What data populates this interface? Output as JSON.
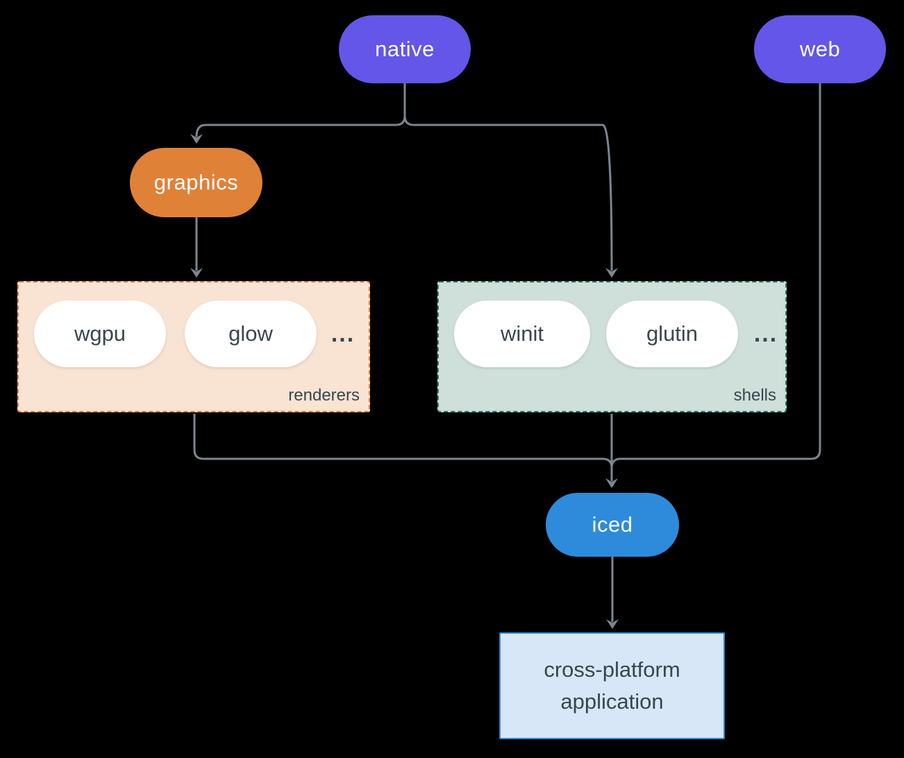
{
  "diagram": {
    "background_color": "#000000",
    "connector_color": "#7b8693",
    "nodes": {
      "native": {
        "label": "native",
        "color": "#6456e8",
        "text_color": "#ffffff"
      },
      "web": {
        "label": "web",
        "color": "#6456e8",
        "text_color": "#ffffff"
      },
      "graphics": {
        "label": "graphics",
        "color": "#e08138",
        "text_color": "#ffffff"
      },
      "iced": {
        "label": "iced",
        "color": "#2e8bdb",
        "text_color": "#ffffff"
      },
      "app": {
        "label_line1": "cross-platform",
        "label_line2": "application",
        "background": "#d7e7f7",
        "border_color": "#2e8bdb",
        "text_color": "#37474f"
      }
    },
    "groups": {
      "renderers": {
        "label": "renderers",
        "background": "#f9e3d3",
        "border_color": "#e08138",
        "items": [
          "wgpu",
          "glow"
        ],
        "more": "...",
        "item_text_color": "#37474f"
      },
      "shells": {
        "label": "shells",
        "background": "#cfdfd9",
        "border_color": "#2a7d6c",
        "items": [
          "winit",
          "glutin"
        ],
        "more": "...",
        "item_text_color": "#37474f"
      }
    },
    "edges": [
      "native -> graphics",
      "native -> shells",
      "graphics -> renderers",
      "renderers -> iced",
      "shells -> iced",
      "web -> iced",
      "iced -> app"
    ]
  }
}
